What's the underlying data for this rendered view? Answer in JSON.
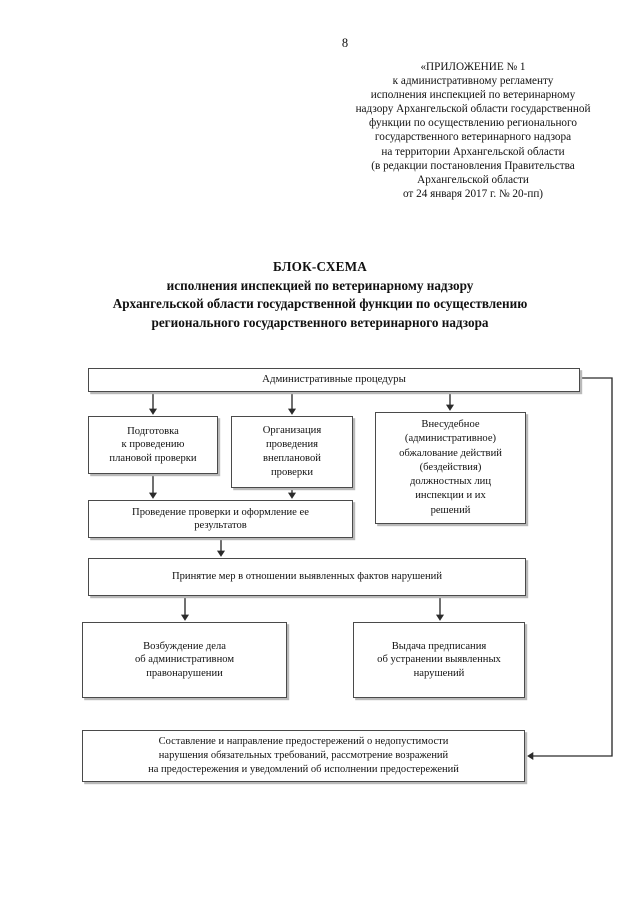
{
  "page": {
    "number": "8"
  },
  "appendix_header": {
    "lines": [
      "«ПРИЛОЖЕНИЕ № 1",
      "к административному регламенту",
      "исполнения инспекцией по ветеринарному",
      "надзору Архангельской области государственной",
      "функции по осуществлению регионального",
      "государственного ветеринарного надзора",
      "на территории Архангельской области",
      "(в редакции постановления Правительства",
      "Архангельской области",
      "от 24 января 2017 г. № 20-пп)"
    ]
  },
  "title": {
    "lines": [
      "БЛОК-СХЕМА",
      "исполнения инспекцией по ветеринарному надзору",
      "Архангельской области государственной функции по осуществлению",
      "регионального государственного ветеринарного надзора"
    ]
  },
  "flowchart": {
    "nodes": {
      "admin_procedures": {
        "lines": [
          "Административные процедуры"
        ]
      },
      "planned_prep": {
        "lines": [
          "Подготовка",
          "к проведению",
          "плановой проверки"
        ]
      },
      "unplanned_org": {
        "lines": [
          "Организация",
          "проведения",
          "внеплановой",
          "проверки"
        ]
      },
      "appeal": {
        "lines": [
          "Внесудебное",
          "(административное)",
          "обжалование действий",
          "(бездействия)",
          "должностных лиц",
          "инспекции и их",
          "решений"
        ]
      },
      "inspection_exec": {
        "lines": [
          "Проведение проверки и оформление ее",
          "результатов"
        ]
      },
      "measures": {
        "lines": [
          "Принятие мер в отношении выявленных фактов нарушений"
        ]
      },
      "admin_case": {
        "lines": [
          "Возбуждение дела",
          "об административном",
          "правонарушении"
        ]
      },
      "order_issue": {
        "lines": [
          "Выдача предписания",
          "об устранении выявленных",
          "нарушений"
        ]
      },
      "warnings": {
        "lines": [
          "Составление и направление предостережений о недопустимости",
          "нарушения обязательных требований, рассмотрение возражений",
          "на предостережения и уведомлений об исполнении предостережений"
        ]
      }
    },
    "colors": {
      "box_border": "#4a4a4a",
      "box_shadow": "#b9b9b9",
      "connector": "#2b2b2b",
      "background": "#ffffff"
    }
  }
}
